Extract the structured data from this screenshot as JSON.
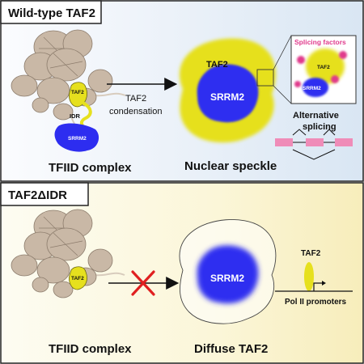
{
  "top_panel": {
    "header": "Wild-type TAF2",
    "complex_label": "TFIID complex",
    "taf2_small": "TAF2",
    "idr_label": "IDR",
    "srrm2_small": "SRRM2",
    "arrow_line1": "TAF2",
    "arrow_line2": "condensation",
    "speckle_taf2": "TAF2",
    "speckle_srrm2": "SRRM2",
    "speckle_label": "Nuclear speckle",
    "inset_title": "Splicing factors",
    "inset_taf2": "TAF2",
    "inset_srrm2": "SRRM2",
    "alt_splicing_line1": "Alternative",
    "alt_splicing_line2": "splicing"
  },
  "bottom_panel": {
    "header": "TAF2ΔIDR",
    "complex_label": "TFIID complex",
    "taf2_small": "TAF2",
    "diffuse_srrm2": "SRRM2",
    "diffuse_label": "Diffuse TAF2",
    "promoter_taf2": "TAF2",
    "promoter_label": "Pol II promoters"
  },
  "colors": {
    "taf2_yellow": "#e6e01e",
    "srrm2_blue": "#2d2df0",
    "splicing_pink": "#e03a8c",
    "tfiid_tan": "#c9b8a6",
    "cross_red": "#e02020"
  }
}
